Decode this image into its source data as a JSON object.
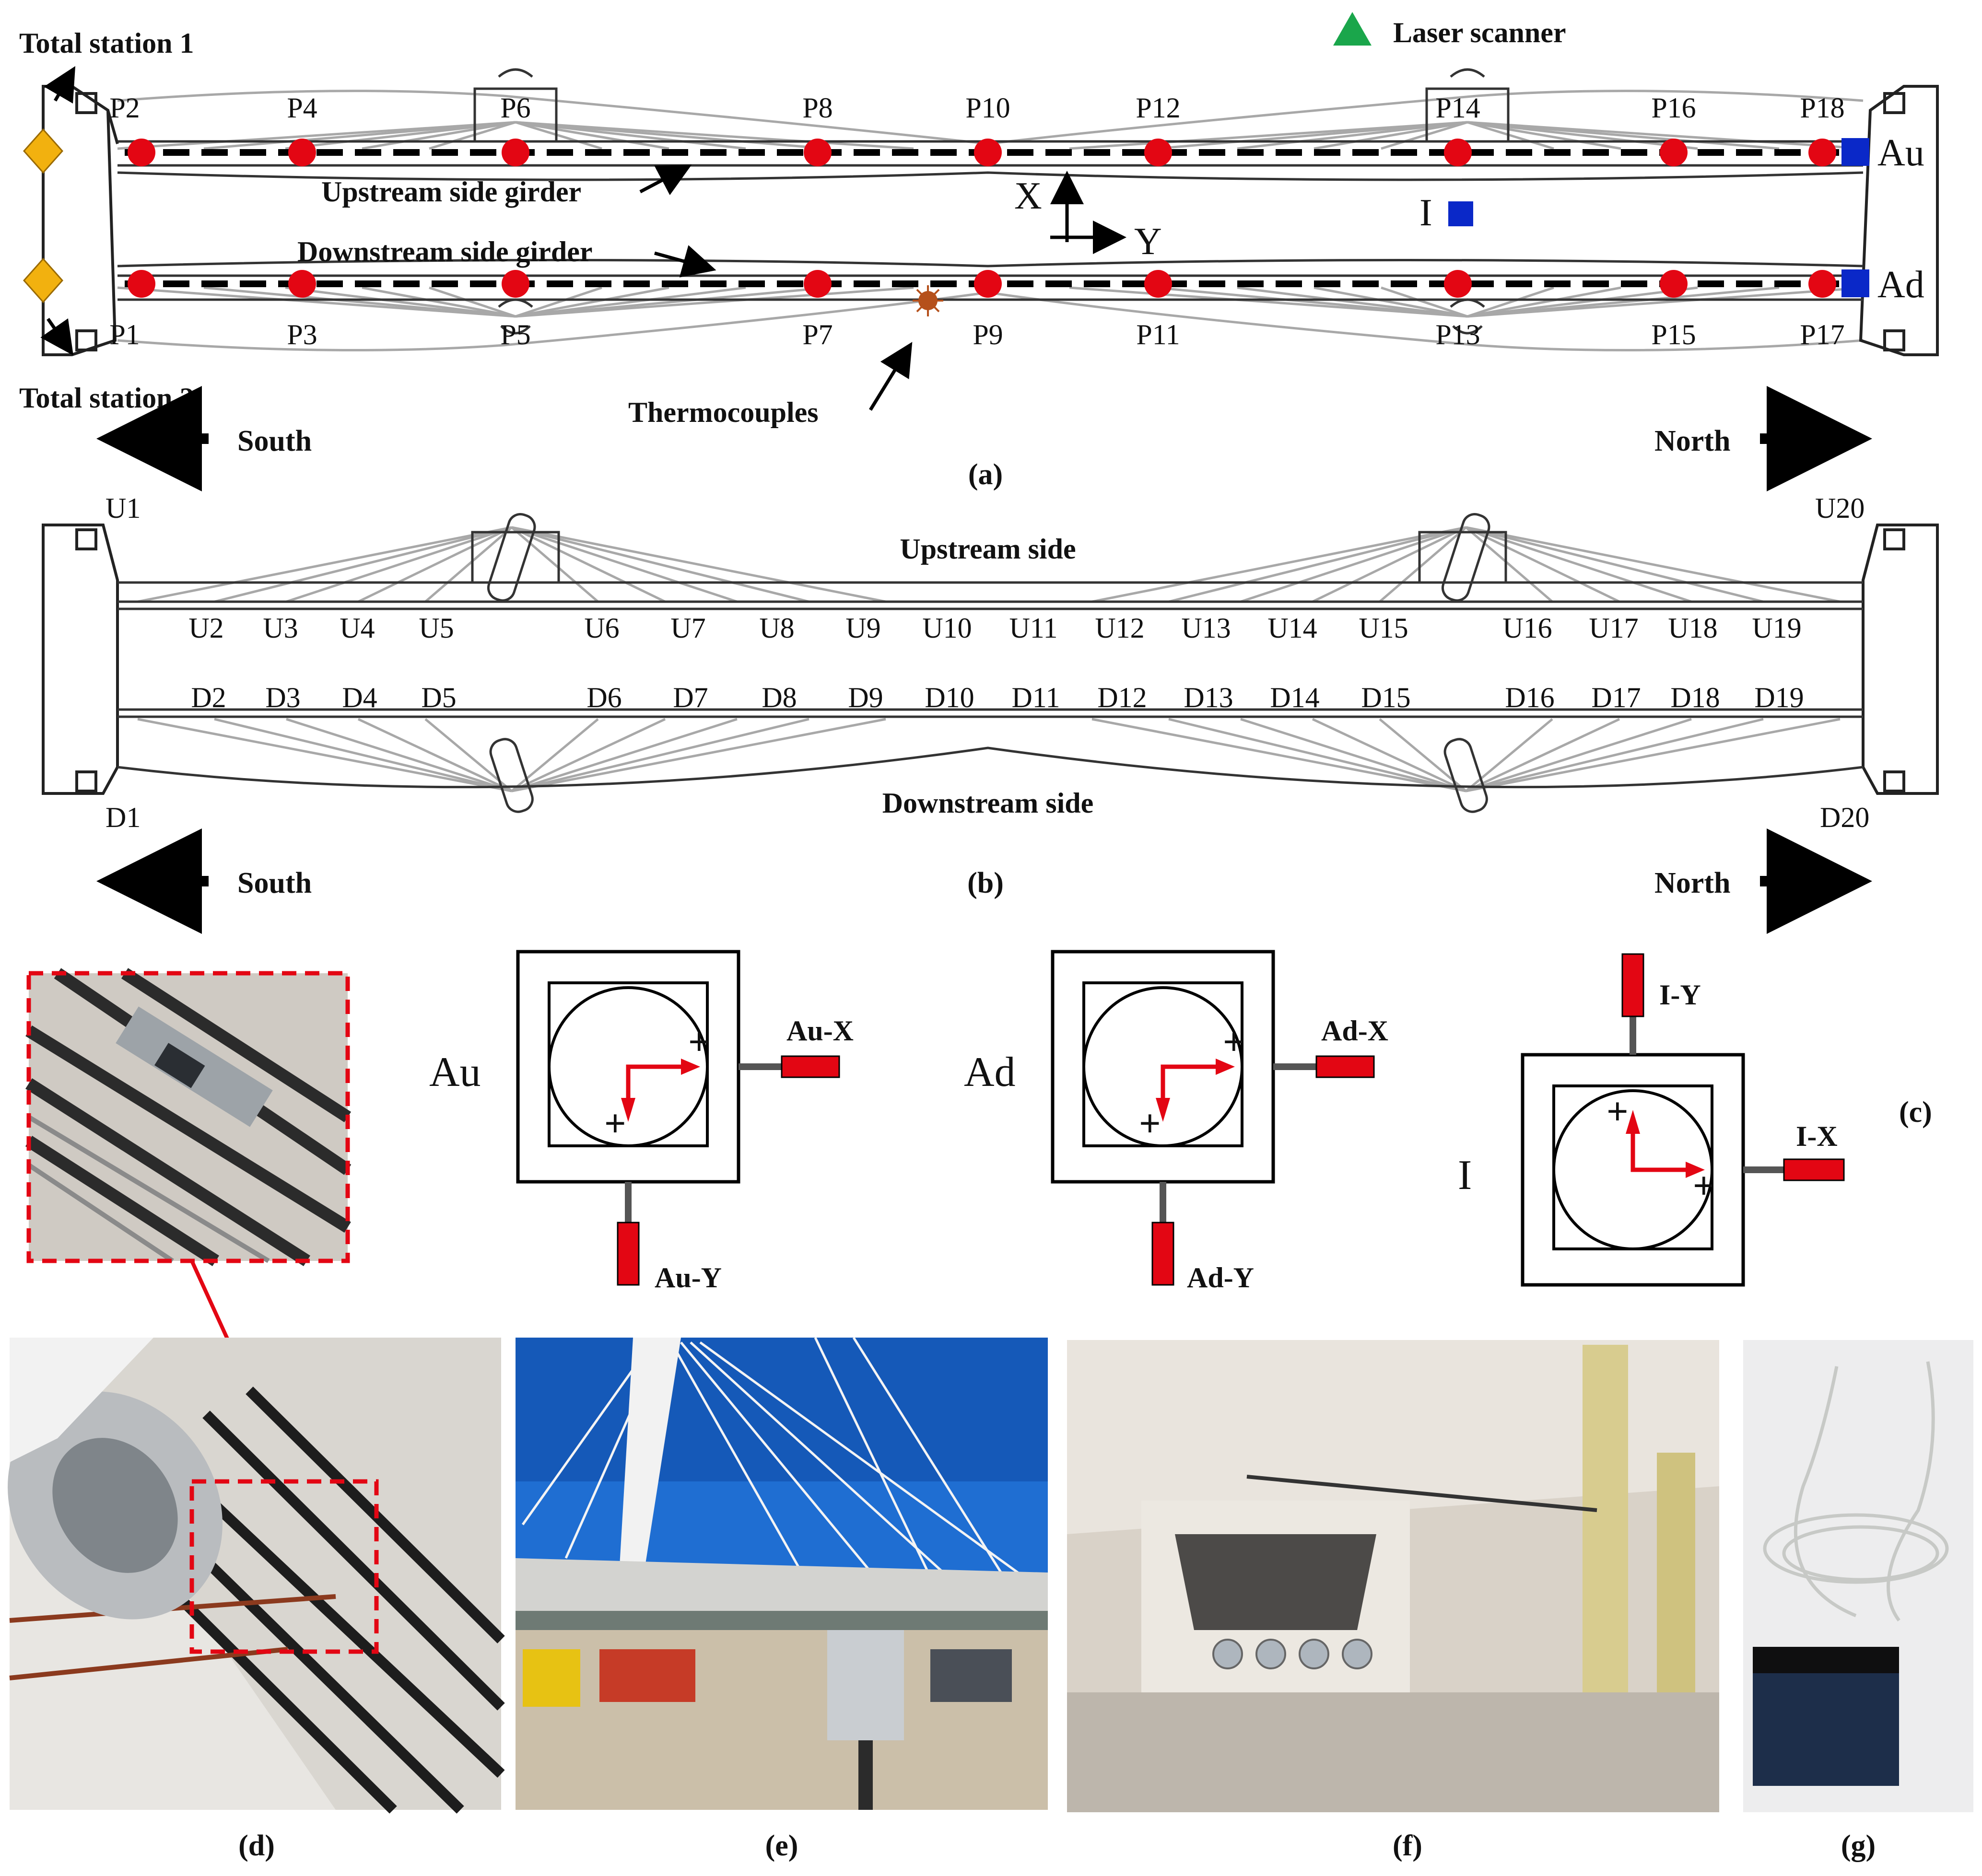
{
  "legend": {
    "laser_scanner": "Laser scanner"
  },
  "panel_a": {
    "total_station_1": "Total station 1",
    "total_station_2": "Total station 2",
    "upstream_girder": "Upstream side girder",
    "downstream_girder": "Downstream side girder",
    "thermocouples": "Thermocouples",
    "axis_x": "X",
    "axis_y": "Y",
    "inclinometer": "I",
    "bearing_up": "Au",
    "bearing_down": "Ad",
    "top_points": [
      "P2",
      "P4",
      "P6",
      "P8",
      "P10",
      "P12",
      "P14",
      "P16",
      "P18"
    ],
    "bottom_points": [
      "P1",
      "P3",
      "P5",
      "P7",
      "P9",
      "P11",
      "P13",
      "P15",
      "P17"
    ],
    "south": "South",
    "north": "North",
    "caption": "(a)"
  },
  "panel_b": {
    "upstream_side": "Upstream side",
    "downstream_side": "Downstream side",
    "u_end_left": "U1",
    "u_end_right": "U20",
    "d_end_left": "D1",
    "d_end_right": "D20",
    "u_points": [
      "U2",
      "U3",
      "U4",
      "U5",
      "U6",
      "U7",
      "U8",
      "U9",
      "U10",
      "U11",
      "U12",
      "U13",
      "U14",
      "U15",
      "U16",
      "U17",
      "U18",
      "U19"
    ],
    "d_points": [
      "D2",
      "D3",
      "D4",
      "D5",
      "D6",
      "D7",
      "D8",
      "D9",
      "D10",
      "D11",
      "D12",
      "D13",
      "D14",
      "D15",
      "D16",
      "D17",
      "D18",
      "D19"
    ],
    "south": "South",
    "north": "North",
    "caption": "(b)"
  },
  "panel_c": {
    "au": {
      "name": "Au",
      "x": "Au-X",
      "y": "Au-Y"
    },
    "ad": {
      "name": "Ad",
      "x": "Ad-X",
      "y": "Ad-Y"
    },
    "i": {
      "name": "I",
      "x": "I-X",
      "y": "I-Y"
    },
    "plus": "+",
    "caption": "(c)"
  },
  "photos": {
    "d_caption": "(d)",
    "e_caption": "(e)",
    "f_caption": "(f)",
    "g_caption": "(g)"
  },
  "colors": {
    "target_red": "#e30613",
    "bearing_blue": "#0a28c8",
    "station_gold": "#f2b10f",
    "scanner_green": "#1aa64b",
    "thermo_brown": "#b5501b",
    "cable_gray": "#9a9a9a"
  }
}
